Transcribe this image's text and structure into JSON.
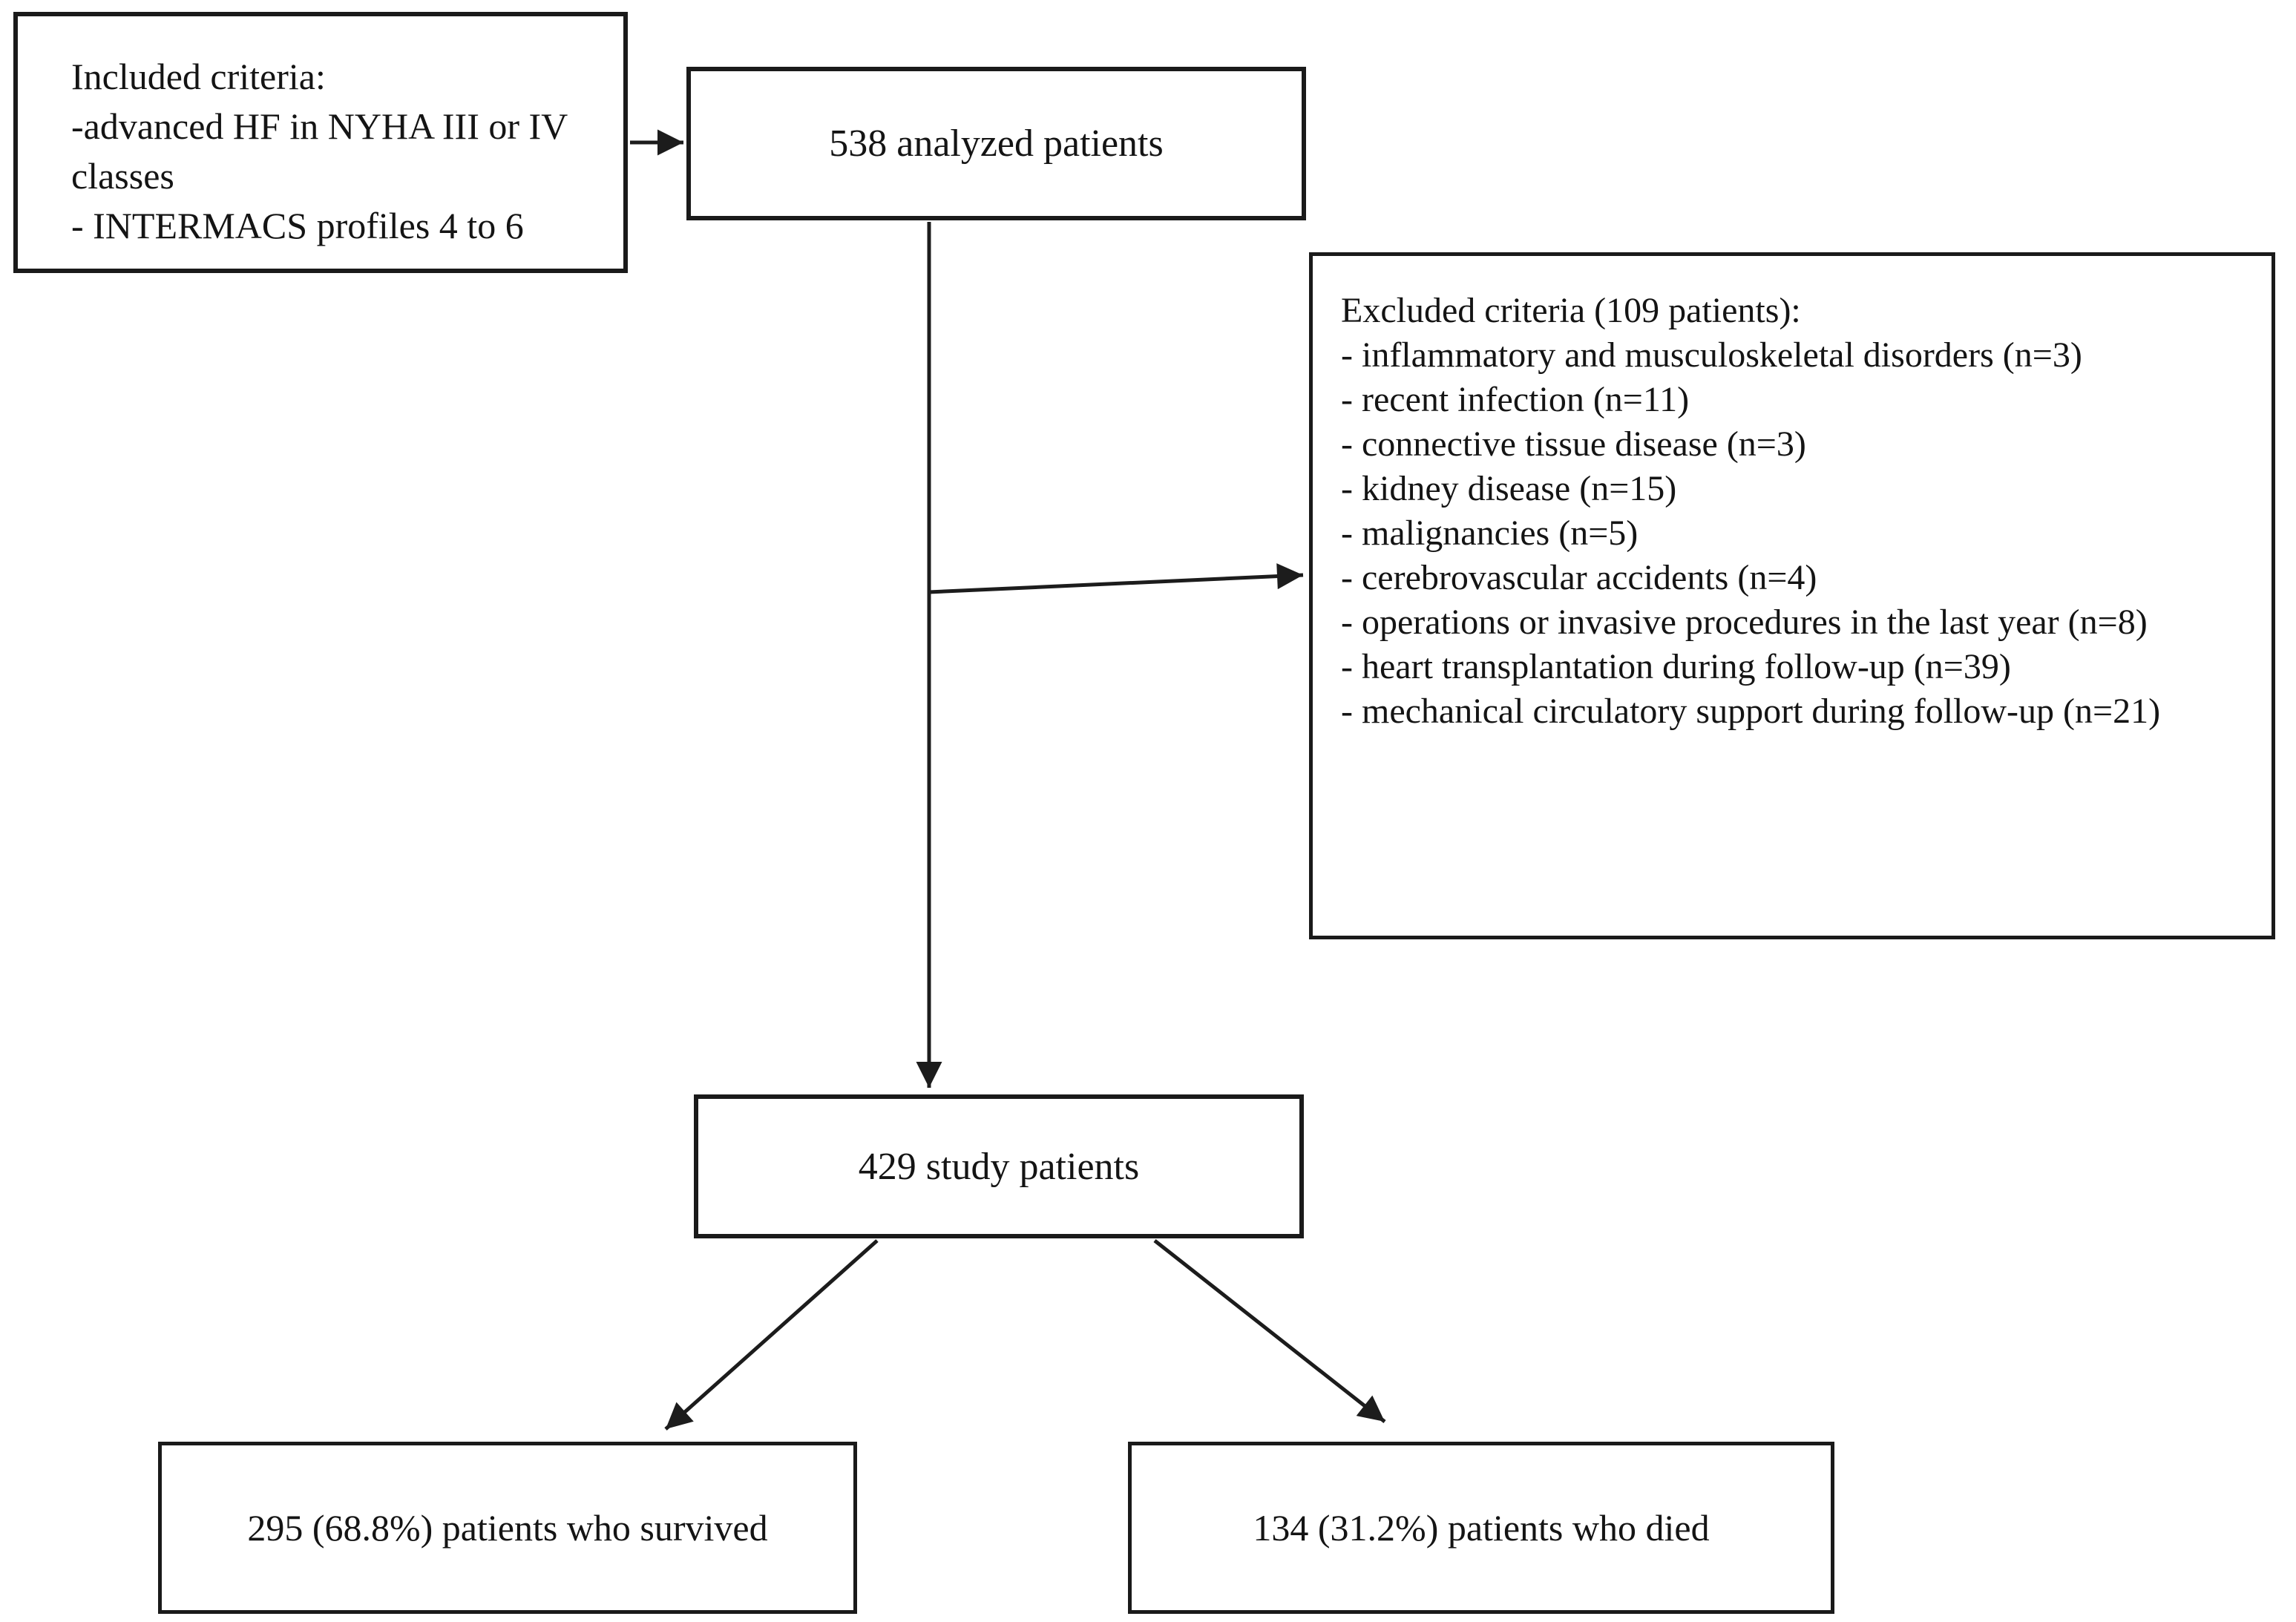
{
  "flowchart": {
    "included_box": {
      "lines": [
        "Included criteria:",
        "-advanced HF in NYHA III or IV",
        "classes",
        "- INTERMACS profiles 4 to 6"
      ]
    },
    "analyzed_box": {
      "label": "538 analyzed patients"
    },
    "excluded_box": {
      "title": "Excluded criteria (109 patients):",
      "items": [
        "- inflammatory and musculoskeletal disorders (n=3)",
        "- recent infection (n=11)",
        "- connective tissue disease (n=3)",
        "- kidney disease (n=15)",
        "- malignancies (n=5)",
        "- cerebrovascular accidents (n=4)",
        "- operations or invasive procedures in the last year (n=8)",
        "- heart transplantation during follow-up (n=39)",
        "- mechanical circulatory support during follow-up (n=21)"
      ]
    },
    "study_box": {
      "label": "429 study patients"
    },
    "survived_box": {
      "label": "295 (68.8%) patients who survived"
    },
    "died_box": {
      "label": "134 (31.2%) patients who died"
    }
  },
  "colors": {
    "line": "#1c1c1c",
    "text": "#141414",
    "background": "#ffffff"
  }
}
